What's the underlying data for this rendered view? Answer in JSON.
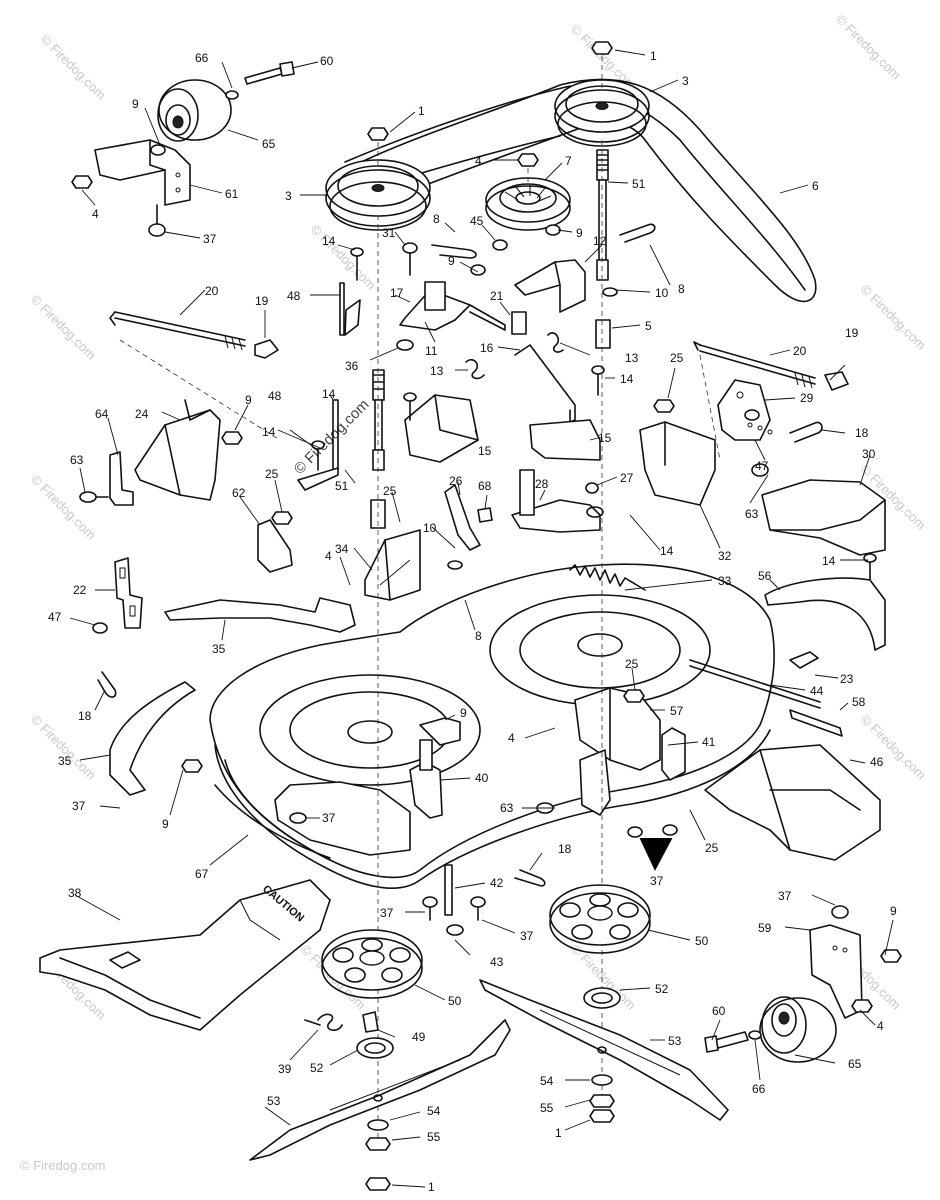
{
  "watermark": {
    "small": "© Firedog.com",
    "center": "© Firedog.com"
  },
  "decal": {
    "caution": "CAUTION"
  },
  "callouts": [
    "1",
    "3",
    "66",
    "60",
    "65",
    "9",
    "61",
    "4",
    "37",
    "1",
    "3",
    "4",
    "7",
    "51",
    "6",
    "8",
    "45",
    "9",
    "12",
    "31",
    "14",
    "9",
    "8",
    "10",
    "48",
    "20",
    "19",
    "17",
    "21",
    "5",
    "11",
    "36",
    "16",
    "13",
    "13",
    "14",
    "25",
    "19",
    "20",
    "29",
    "14",
    "48",
    "24",
    "9",
    "15",
    "15",
    "18",
    "47",
    "64",
    "14",
    "63",
    "25",
    "51",
    "26",
    "68",
    "27",
    "28",
    "30",
    "62",
    "25",
    "10",
    "14",
    "63",
    "32",
    "4",
    "34",
    "14",
    "22",
    "33",
    "56",
    "47",
    "35",
    "8",
    "25",
    "23",
    "18",
    "44",
    "58",
    "9",
    "57",
    "41",
    "35",
    "4",
    "40",
    "46",
    "37",
    "9",
    "37",
    "63",
    "25",
    "67",
    "18",
    "37",
    "38",
    "42",
    "37",
    "37",
    "43",
    "50",
    "37",
    "9",
    "59",
    "52",
    "50",
    "4",
    "39",
    "49",
    "52",
    "53",
    "60",
    "54",
    "55",
    "65",
    "66",
    "53",
    "54",
    "55",
    "1",
    "1"
  ],
  "colors": {
    "line": "#111111",
    "watermark": "#c9c9c9",
    "background": "#ffffff"
  }
}
